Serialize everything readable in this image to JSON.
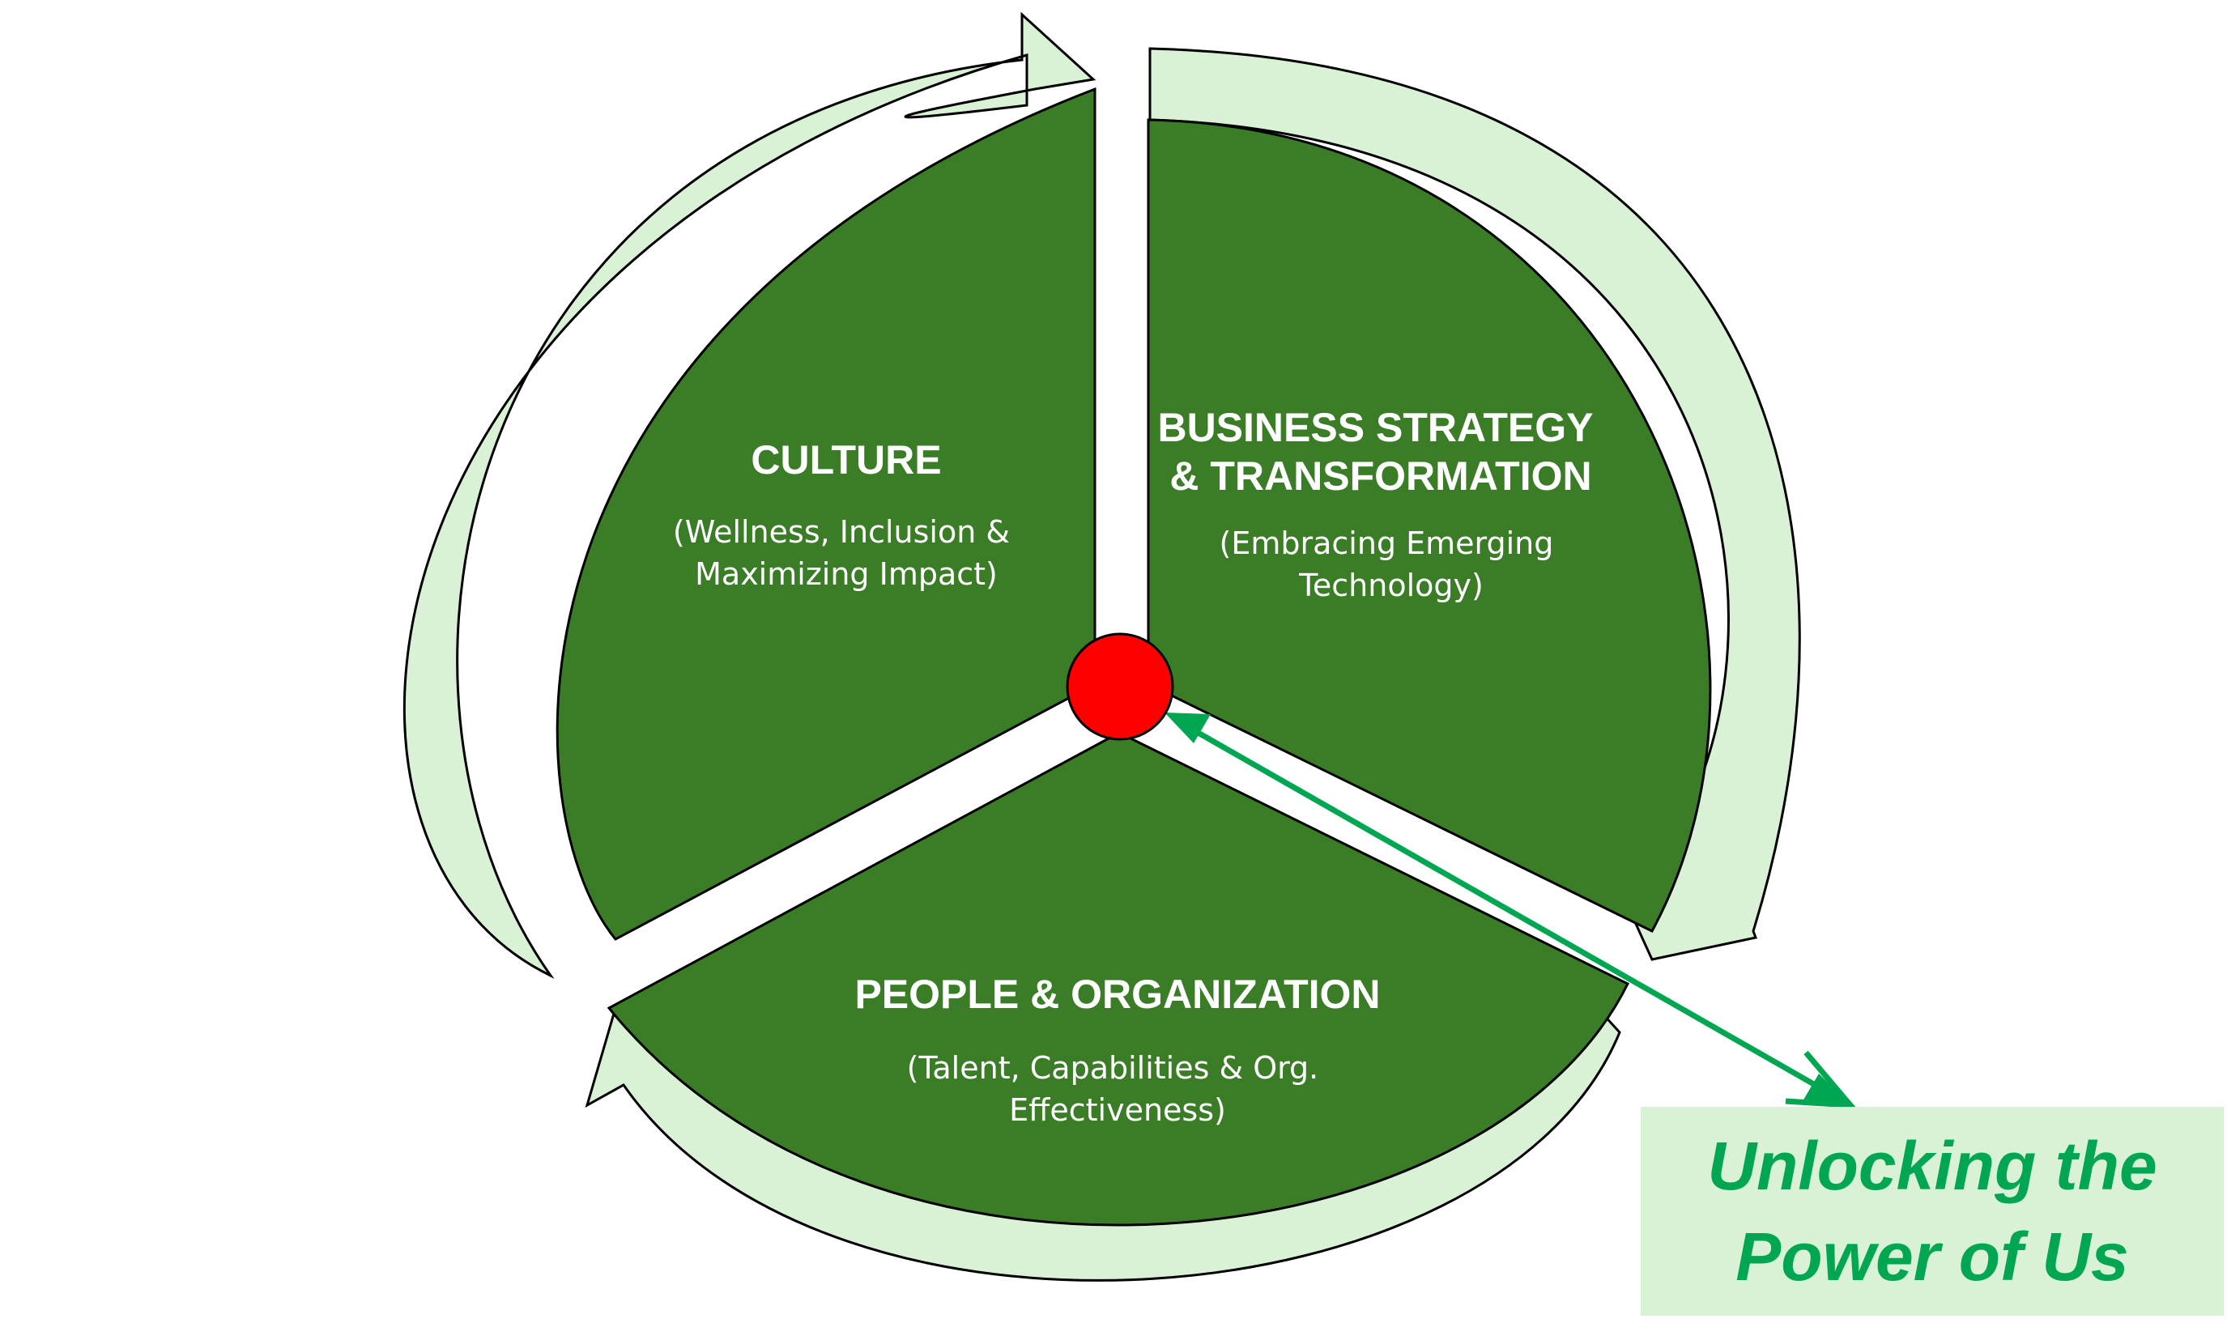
{
  "segments": [
    {
      "id": "culture",
      "title_lines": [
        "CULTURE"
      ],
      "sub_lines": [
        "(Wellness, Inclusion &",
        "Maximizing Impact)"
      ]
    },
    {
      "id": "business",
      "title_lines": [
        "BUSINESS STRATEGY",
        "& TRANSFORMATION"
      ],
      "sub_lines": [
        "(Embracing Emerging",
        "Technology)"
      ]
    },
    {
      "id": "people",
      "title_lines": [
        "PEOPLE & ORGANIZATION"
      ],
      "sub_lines": [
        "(Talent, Capabilities & Org.",
        "Effectiveness)"
      ]
    }
  ],
  "callout": {
    "lines": [
      "Unlocking the",
      "Power of Us"
    ]
  },
  "colors": {
    "segment_fill": "#3b7d26",
    "ring_arrow_fill": "#d9f1d4",
    "center_dot": "#ff0000",
    "connector": "#00a651",
    "callout_bg": "#d9f1d4",
    "callout_text": "#00a651"
  }
}
